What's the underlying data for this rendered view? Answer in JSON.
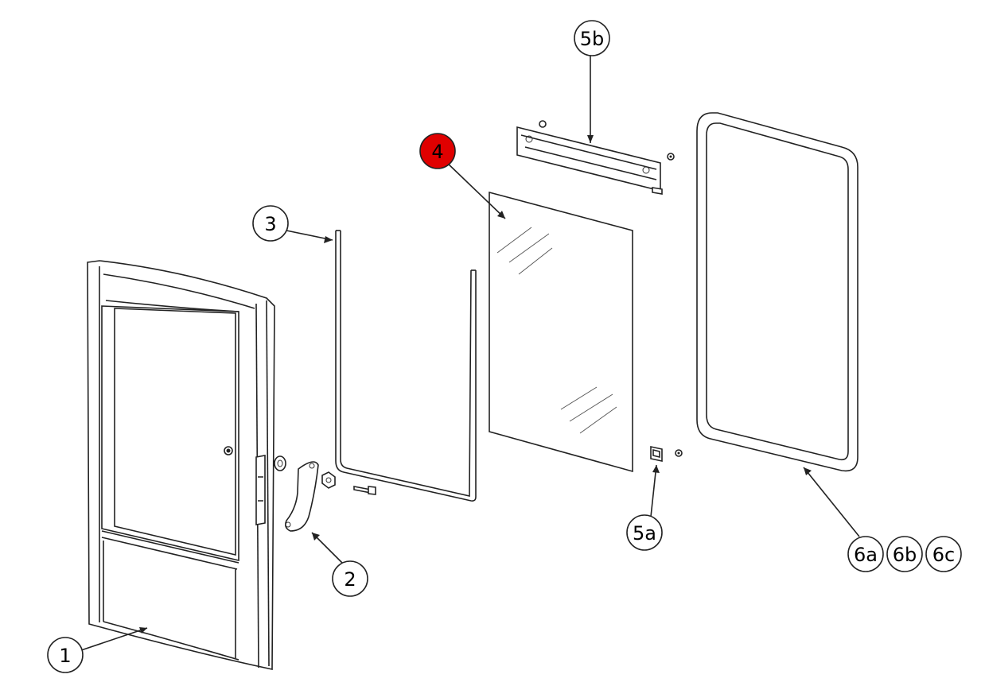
{
  "callouts": {
    "c1": "1",
    "c2": "2",
    "c3": "3",
    "c4": "4",
    "c5a": "5a",
    "c5b": "5b",
    "c6a": "6a",
    "c6b": "6b",
    "c6c": "6c"
  },
  "colors": {
    "highlight": "#e00000",
    "outline": "#222222",
    "background": "#ffffff"
  }
}
